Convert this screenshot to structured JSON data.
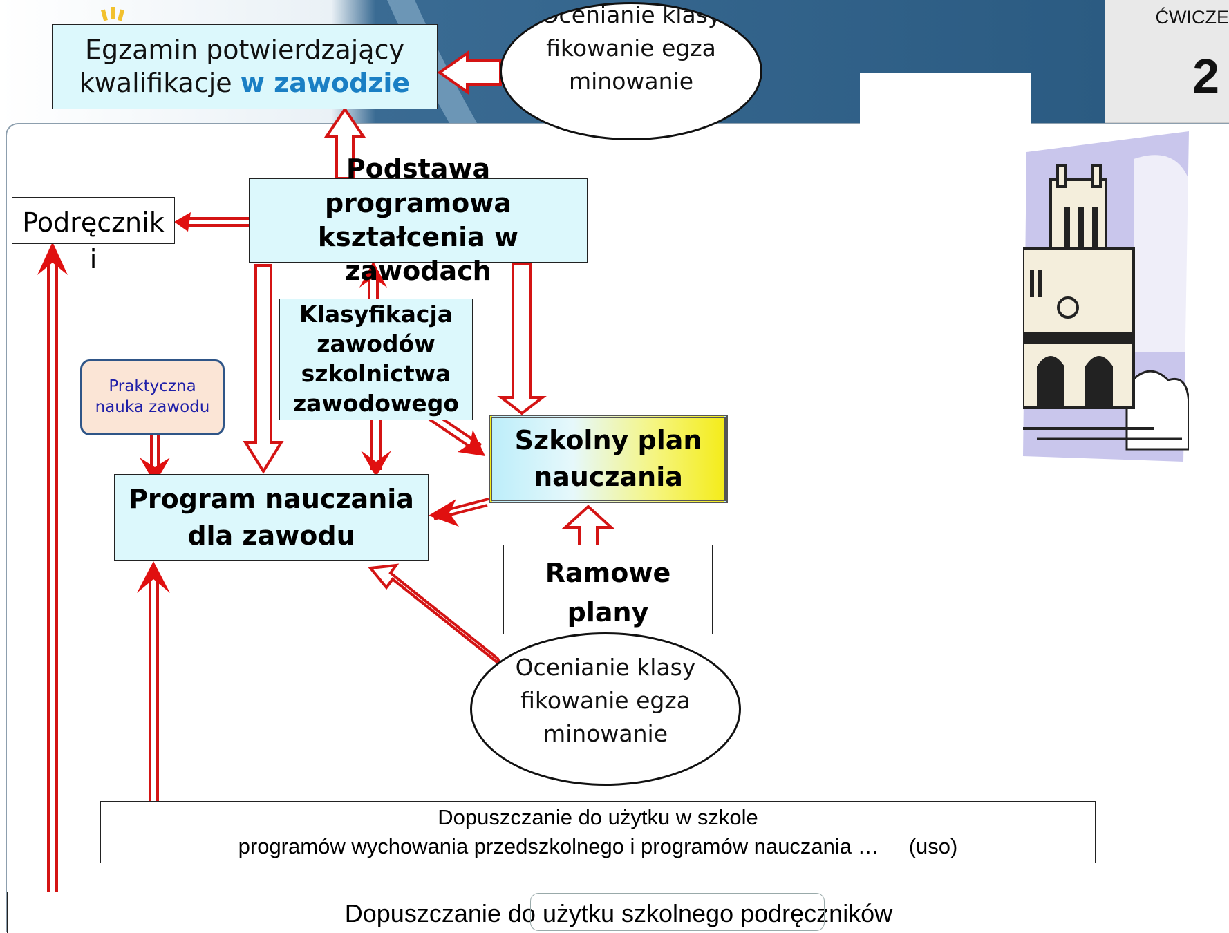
{
  "slide": {
    "section_label": "ĆWICZE",
    "number": "2"
  },
  "boxes": {
    "egzamin_line1": "Egzamin potwierdzający",
    "egzamin_line2a": "kwalifikacje ",
    "egzamin_line2b": "w zawodzie",
    "podstawa": "Podstawa programowa kształcenia w zawodach",
    "podrecznik": "Podręcznik i",
    "klasyfikacja": "Klasyfikacja zawodów szkolnictwa zawodowego",
    "praktyczna": "Praktyczna nauka zawodu",
    "program": "Program nauczania dla zawodu",
    "szkolny": "Szkolny plan nauczania",
    "ramowe": "Ramowe plany nauczania",
    "dopuszczanie_uso_line1": "Dopuszczanie do użytku w szkole",
    "dopuszczanie_uso_line2": "programów wychowania przedszkolnego i programów nauczania …     (uso)",
    "dopuszczanie_podreczniki": "Dopuszczanie do użytku szkolnego podręczników"
  },
  "ellipses": {
    "top": "Ocenianie klasyfikowanie egzaminowanie",
    "bottom": "Ocenianie klasyfikowanie egzaminowanie"
  },
  "colors": {
    "banner": "#2b5b82",
    "box_fill": "#dcf8fc",
    "arrow": "#e01010",
    "highlight": "#1a7fc4"
  }
}
